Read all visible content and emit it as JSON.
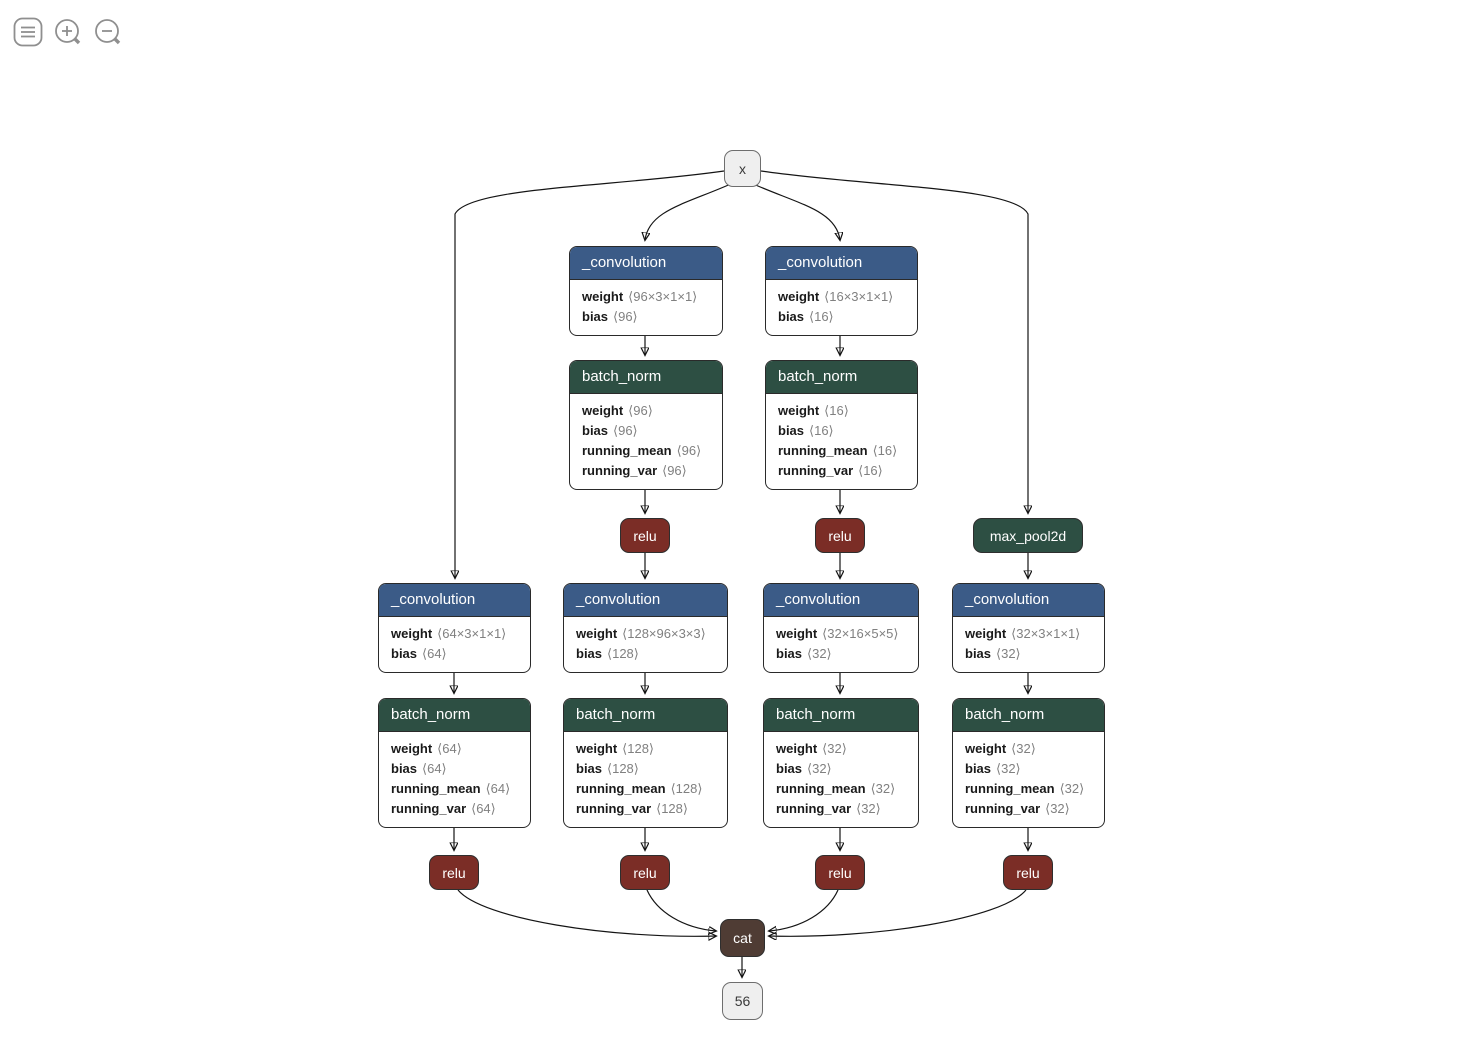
{
  "toolbar": {
    "menu_icon": "menu",
    "zoom_in_icon": "zoom-in",
    "zoom_out_icon": "zoom-out"
  },
  "colors": {
    "conv_header": "#3b5b87",
    "batch_norm_header": "#2d4f43",
    "relu_fill": "#7b2d26",
    "max_pool_fill": "#2d4f43",
    "cat_fill": "#4f3c34",
    "io_fill": "#efefef",
    "edge": "#141414"
  },
  "graph": {
    "input": {
      "label": "x"
    },
    "conv_a1": {
      "title": "_convolution",
      "attrs": [
        {
          "name": "weight",
          "value": "⟨96×3×1×1⟩"
        },
        {
          "name": "bias",
          "value": "⟨96⟩"
        }
      ]
    },
    "conv_b1": {
      "title": "_convolution",
      "attrs": [
        {
          "name": "weight",
          "value": "⟨16×3×1×1⟩"
        },
        {
          "name": "bias",
          "value": "⟨16⟩"
        }
      ]
    },
    "bn_a1": {
      "title": "batch_norm",
      "attrs": [
        {
          "name": "weight",
          "value": "⟨96⟩"
        },
        {
          "name": "bias",
          "value": "⟨96⟩"
        },
        {
          "name": "running_mean",
          "value": "⟨96⟩"
        },
        {
          "name": "running_var",
          "value": "⟨96⟩"
        }
      ]
    },
    "bn_b1": {
      "title": "batch_norm",
      "attrs": [
        {
          "name": "weight",
          "value": "⟨16⟩"
        },
        {
          "name": "bias",
          "value": "⟨16⟩"
        },
        {
          "name": "running_mean",
          "value": "⟨16⟩"
        },
        {
          "name": "running_var",
          "value": "⟨16⟩"
        }
      ]
    },
    "relu_a1": {
      "label": "relu"
    },
    "relu_b1": {
      "label": "relu"
    },
    "max_pool": {
      "label": "max_pool2d"
    },
    "conv_left": {
      "title": "_convolution",
      "attrs": [
        {
          "name": "weight",
          "value": "⟨64×3×1×1⟩"
        },
        {
          "name": "bias",
          "value": "⟨64⟩"
        }
      ]
    },
    "conv_a2": {
      "title": "_convolution",
      "attrs": [
        {
          "name": "weight",
          "value": "⟨128×96×3×3⟩"
        },
        {
          "name": "bias",
          "value": "⟨128⟩"
        }
      ]
    },
    "conv_b2": {
      "title": "_convolution",
      "attrs": [
        {
          "name": "weight",
          "value": "⟨32×16×5×5⟩"
        },
        {
          "name": "bias",
          "value": "⟨32⟩"
        }
      ]
    },
    "conv_right": {
      "title": "_convolution",
      "attrs": [
        {
          "name": "weight",
          "value": "⟨32×3×1×1⟩"
        },
        {
          "name": "bias",
          "value": "⟨32⟩"
        }
      ]
    },
    "bn_left": {
      "title": "batch_norm",
      "attrs": [
        {
          "name": "weight",
          "value": "⟨64⟩"
        },
        {
          "name": "bias",
          "value": "⟨64⟩"
        },
        {
          "name": "running_mean",
          "value": "⟨64⟩"
        },
        {
          "name": "running_var",
          "value": "⟨64⟩"
        }
      ]
    },
    "bn_a2": {
      "title": "batch_norm",
      "attrs": [
        {
          "name": "weight",
          "value": "⟨128⟩"
        },
        {
          "name": "bias",
          "value": "⟨128⟩"
        },
        {
          "name": "running_mean",
          "value": "⟨128⟩"
        },
        {
          "name": "running_var",
          "value": "⟨128⟩"
        }
      ]
    },
    "bn_b2": {
      "title": "batch_norm",
      "attrs": [
        {
          "name": "weight",
          "value": "⟨32⟩"
        },
        {
          "name": "bias",
          "value": "⟨32⟩"
        },
        {
          "name": "running_mean",
          "value": "⟨32⟩"
        },
        {
          "name": "running_var",
          "value": "⟨32⟩"
        }
      ]
    },
    "bn_right": {
      "title": "batch_norm",
      "attrs": [
        {
          "name": "weight",
          "value": "⟨32⟩"
        },
        {
          "name": "bias",
          "value": "⟨32⟩"
        },
        {
          "name": "running_mean",
          "value": "⟨32⟩"
        },
        {
          "name": "running_var",
          "value": "⟨32⟩"
        }
      ]
    },
    "relu_left": {
      "label": "relu"
    },
    "relu_a2": {
      "label": "relu"
    },
    "relu_b2": {
      "label": "relu"
    },
    "relu_right": {
      "label": "relu"
    },
    "cat": {
      "label": "cat"
    },
    "output": {
      "label": "56"
    }
  }
}
